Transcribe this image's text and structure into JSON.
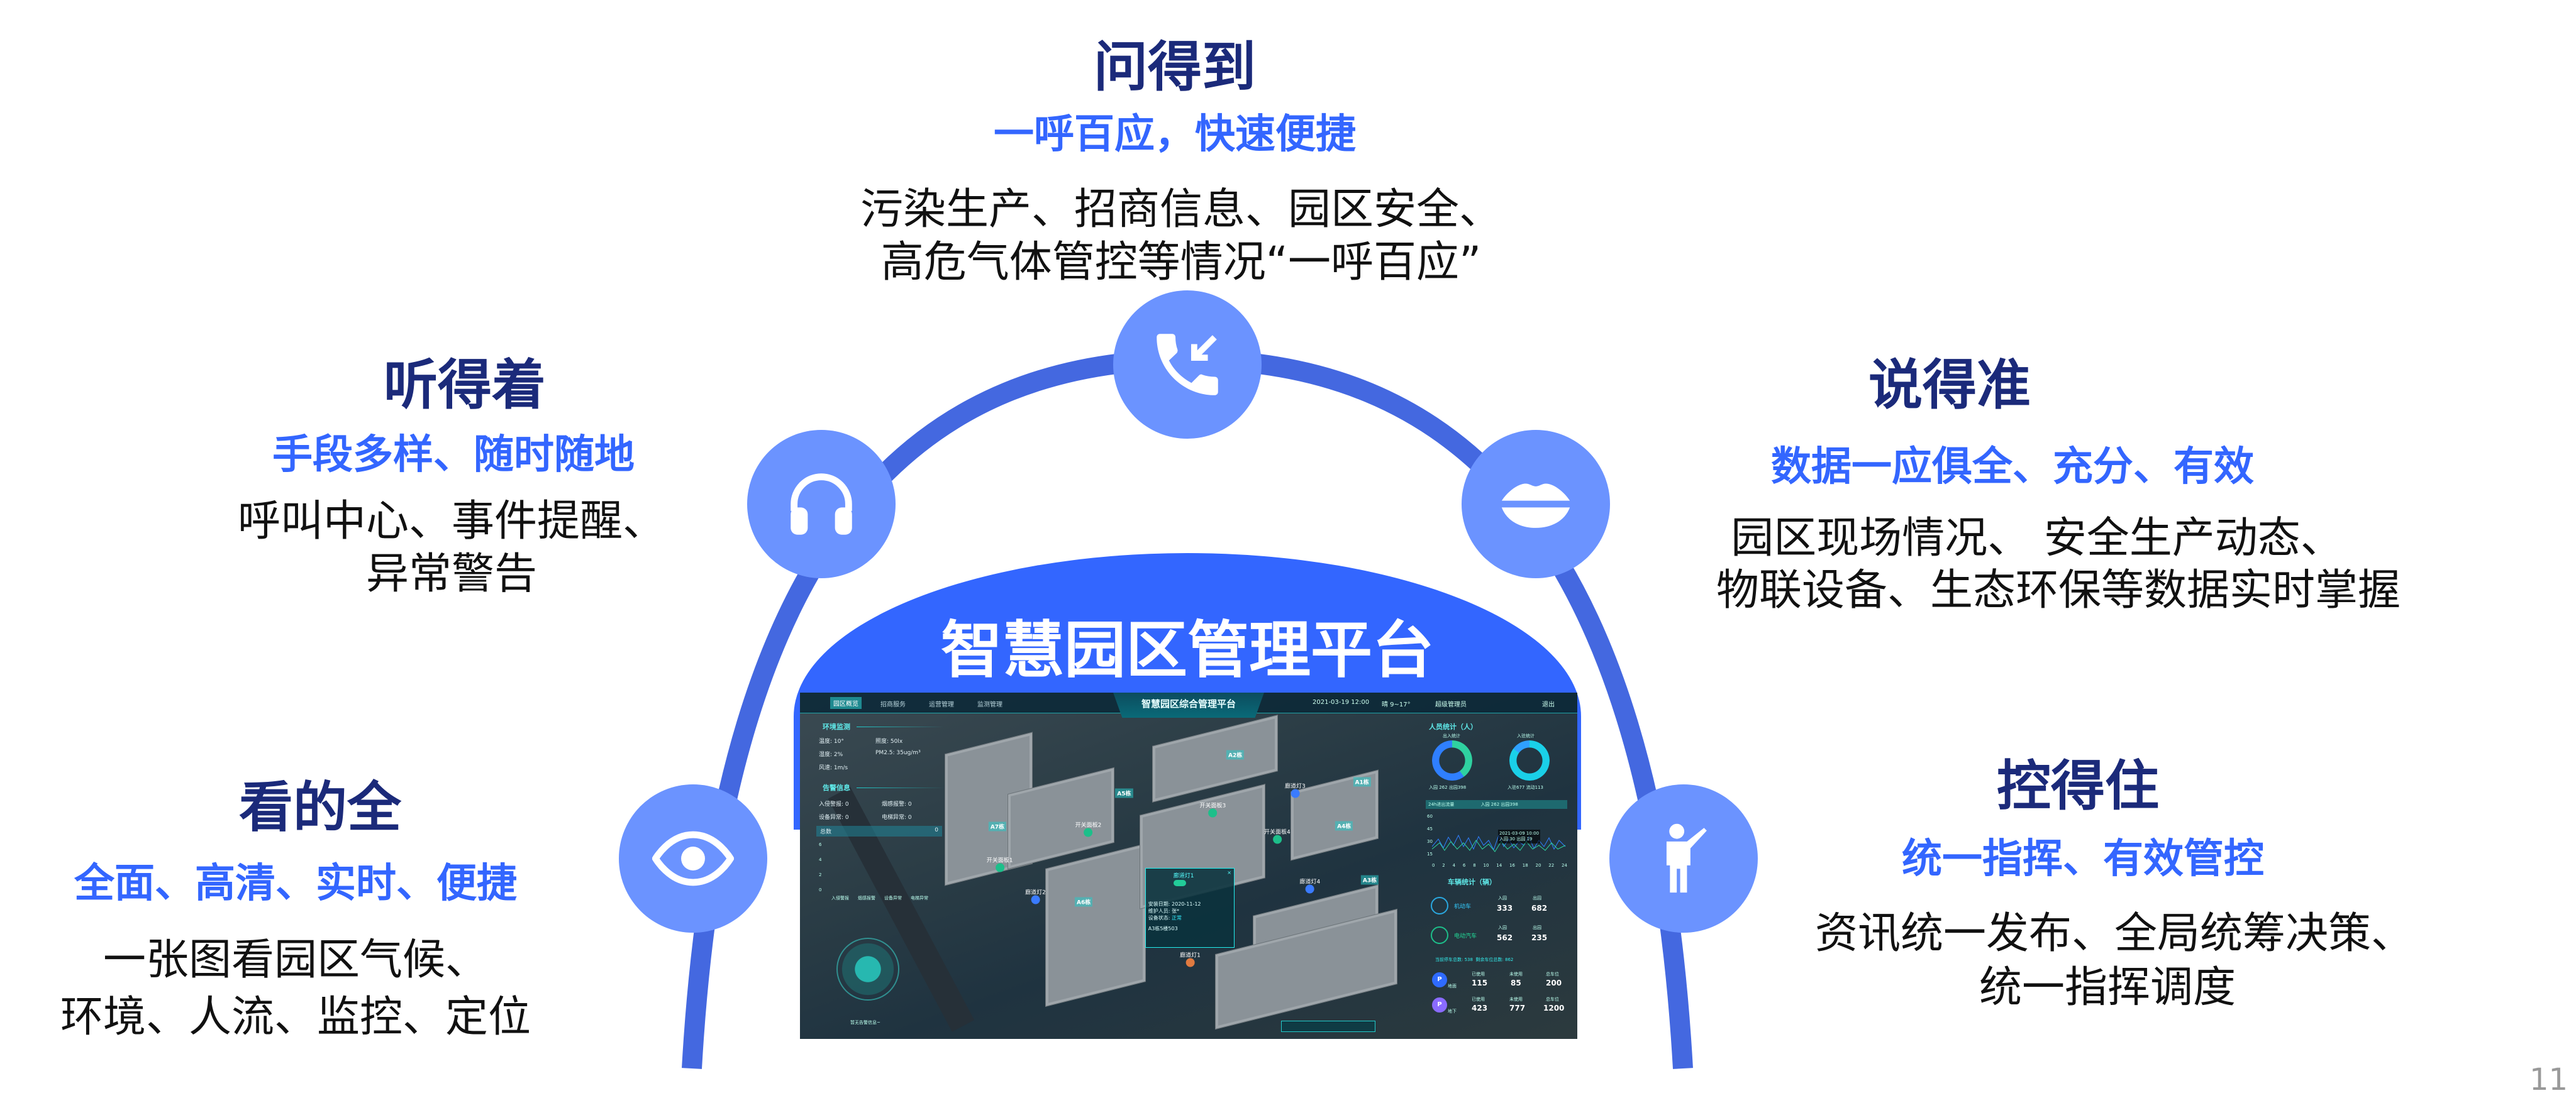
{
  "center": {
    "title": "智慧园区管理平台"
  },
  "top": {
    "title": "问得到",
    "subtitle": "一呼百应，快速便捷",
    "lines": [
      "污染生产、招商信息、园区安全、",
      "高危气体管控等情况“一呼百应”"
    ],
    "icon": "phone-incoming-icon"
  },
  "upper_left": {
    "title": "听得着",
    "subtitle": "手段多样、随时随地",
    "lines": [
      "呼叫中心、事件提醒、",
      "异常警告"
    ],
    "icon": "headphones-icon"
  },
  "upper_right": {
    "title": "说得准",
    "subtitle": "数据一应俱全、充分、有效",
    "lines": [
      "园区现场情况、 安全生产动态、",
      "物联设备、生态环保等数据实时掌握"
    ],
    "icon": "lips-icon"
  },
  "lower_left": {
    "title": "看的全",
    "subtitle": "全面、高清、实时、便捷",
    "lines": [
      "一张图看园区气候、",
      "环境、人流、监控、定位"
    ],
    "icon": "eye-icon"
  },
  "lower_right": {
    "title": "控得住",
    "subtitle": "统一指挥、有效管控",
    "lines": [
      "资讯统一发布、全局统筹决策、",
      "统一指挥调度"
    ],
    "icon": "presenter-icon"
  },
  "page_number": "11",
  "colors": {
    "arc": "#4468e0",
    "circle": "#6b93ff",
    "dome": "#3366ff",
    "heading": "#1b2a7a",
    "subtitle": "#3366ff"
  },
  "dashboard": {
    "nav": [
      "园区概览",
      "招商服务",
      "运营管理",
      "监测管理"
    ],
    "title": "智慧园区综合管理平台",
    "datetime": "2021-03-19 12:00",
    "weather": "晴 9~17°",
    "user": "超级管理员",
    "logout": "退出",
    "env": {
      "title": "环境监测",
      "items": [
        "温度: 10°",
        "照度: 50lx",
        "湿度: 2%",
        "PM2.5: 35ug/m³",
        "风速: 1m/s"
      ]
    },
    "alert": {
      "title": "告警信息",
      "items": [
        "入侵警报: 0",
        "烟感报警: 0",
        "设备异常: 0",
        "电梯异常: 0"
      ],
      "total_label": "总数",
      "total": "0",
      "yticks": [
        "6",
        "4",
        "2",
        "0"
      ],
      "categories": [
        "入侵警报",
        "烟感报警",
        "设备异常",
        "电梯异常"
      ],
      "empty": "暂无告警信息~"
    },
    "people": {
      "title": "人员统计（人）",
      "chart1": "出入统计",
      "chart2": "入驻统计",
      "legend1": [
        "入园 262",
        "出园398"
      ],
      "legend2": [
        "入驻677",
        "流动113"
      ],
      "flow_title": "24h进出流量",
      "flow_legend": [
        "入园 262",
        "出园398"
      ],
      "yticks": [
        "60",
        "45",
        "30",
        "15"
      ],
      "xticks": [
        "0",
        "2",
        "4",
        "6",
        "8",
        "10",
        "14",
        "16",
        "18",
        "20",
        "22",
        "24"
      ],
      "tooltip_time": "2021-03-09 10:00",
      "tooltip_vals": [
        "入园 30",
        "出园 19"
      ]
    },
    "vehicles": {
      "title": "车辆统计（辆）",
      "in_label": "入园",
      "out_label": "出园",
      "rows": [
        {
          "name": "机动车",
          "in": "333",
          "out": "682"
        },
        {
          "name": "电动汽车",
          "in": "562",
          "out": "235"
        }
      ],
      "parking_summary": [
        "当前停车总数: 538",
        "剩余车位总数: 862"
      ],
      "parking": [
        {
          "name": "地面",
          "used": "115",
          "free": "85",
          "total": "200"
        },
        {
          "name": "地下",
          "used": "423",
          "free": "777",
          "total": "1200"
        }
      ],
      "cols": [
        "已使用",
        "未使用",
        "总车位"
      ]
    },
    "buildings": [
      "A1栋",
      "A2栋",
      "A3栋",
      "A4栋",
      "A5栋",
      "A6栋",
      "A7栋"
    ],
    "lights": [
      "廊道灯1",
      "廊道灯2",
      "廊道灯3",
      "廊道灯4"
    ],
    "panels": [
      "开关面板1",
      "开关面板2",
      "开关面板3",
      "开关面板4"
    ],
    "popup": {
      "title": "廊道灯1",
      "date": "安装日期: 2020-11-12",
      "staff": "维护人员: 张*",
      "status_label": "设备状态:",
      "status": "正常",
      "location": "A3栋5楼503"
    }
  }
}
